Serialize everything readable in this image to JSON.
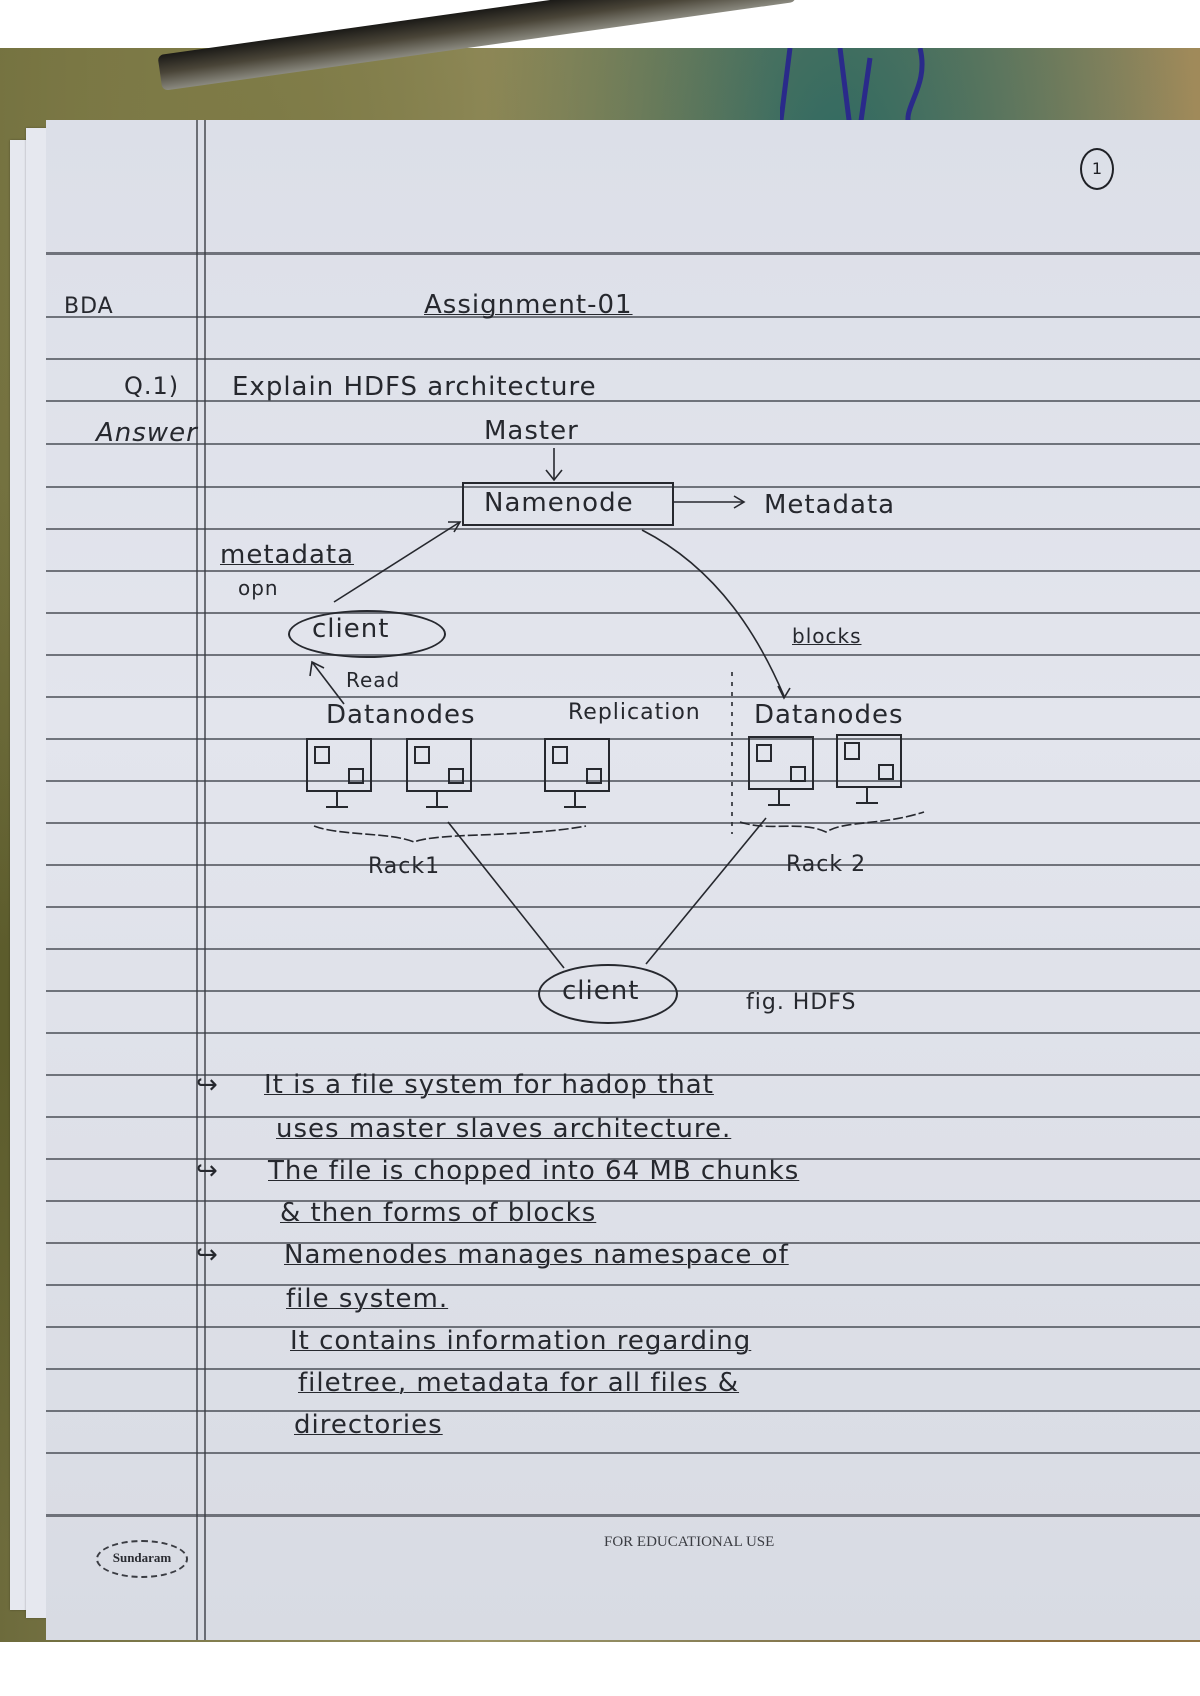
{
  "page": {
    "page_number": "1",
    "subject": "BDA",
    "title": "Assignment-01"
  },
  "question": {
    "label": "Q.1)",
    "text": "Explain HDFS architecture",
    "answer_label": "Answer"
  },
  "diagram": {
    "master_label": "Master",
    "namenode_label": "Namenode",
    "metadata_label": "Metadata",
    "metadata_op_label": "metadata",
    "metadata_op_sub": "opn",
    "client_top_label": "client",
    "read_label": "Read",
    "blocks_label": "blocks",
    "datanodes_left_label": "Datanodes",
    "replication_label": "Replication",
    "datanodes_right_label": "Datanodes",
    "rack1_label": "Rack1",
    "rack2_label": "Rack 2",
    "client_bottom_label": "client",
    "caption": "fig. HDFS"
  },
  "answer_points": [
    {
      "bullet": "↪",
      "lines": [
        "It is a file system for hadop that",
        "uses master slaves architecture."
      ]
    },
    {
      "bullet": "↪",
      "lines": [
        "The file is chopped into 64 MB chunks",
        "& then forms of blocks"
      ]
    },
    {
      "bullet": "↪",
      "lines": [
        "Namenodes manages namespace of",
        "file system.",
        "It contains information regarding",
        "filetree, metadata for all files &",
        "directories"
      ]
    }
  ],
  "footer": {
    "brand": "Sundaram",
    "notice": "FOR EDUCATIONAL USE"
  }
}
